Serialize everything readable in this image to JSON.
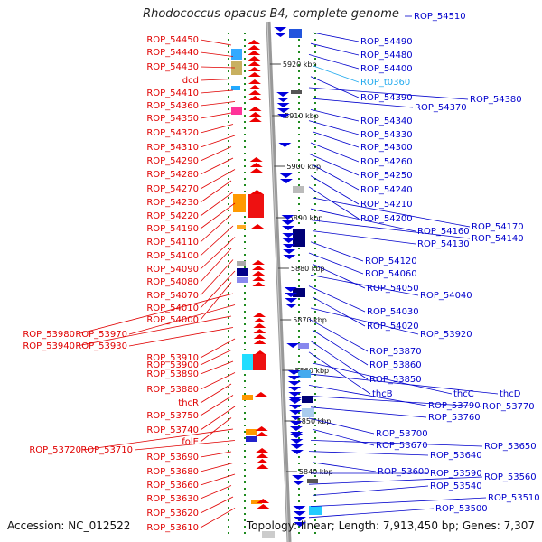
{
  "title": "Rhodococcus opacus B4, complete genome",
  "title_locus": "ROP_54510",
  "footer": {
    "accession": "Accession: NC_012522",
    "summary": "Topology: linear; Length: 7,913,450 bp; Genes: 7,307"
  },
  "colors": {
    "left_label": "#e00000",
    "right_label": "#0000cc",
    "rna_label": "#22aaee",
    "axis": "#999999",
    "tick": "#118811"
  },
  "scale_labels": [
    "5920 kbp",
    "5910 kbp",
    "5900 kbp",
    "5890 kbp",
    "5880 kbp",
    "5870 kbp",
    "5860 kbp",
    "5850 kbp",
    "5840 kbp"
  ],
  "left_labels": [
    "ROP_54450",
    "ROP_54440",
    "ROP_54430",
    "dcd",
    "ROP_54410",
    "ROP_54360",
    "ROP_54350",
    "ROP_54320",
    "ROP_54310",
    "ROP_54290",
    "ROP_54280",
    "ROP_54270",
    "ROP_54230",
    "ROP_54220",
    "ROP_54190",
    "ROP_54110",
    "ROP_54100",
    "ROP_54090",
    "ROP_54080",
    "ROP_54070",
    "ROP_54010",
    "ROP_54000",
    "ROP_53980",
    "ROP_53970",
    "ROP_53940",
    "ROP_53930",
    "ROP_53910",
    "ROP_53900",
    "ROP_53890",
    "ROP_53880",
    "thcR",
    "ROP_53750",
    "ROP_53740",
    "folE",
    "ROP_53720",
    "ROP_53710",
    "ROP_53690",
    "ROP_53680",
    "ROP_53660",
    "ROP_53630",
    "ROP_53620",
    "ROP_53610"
  ],
  "right_labels": [
    "ROP_54490",
    "ROP_54480",
    "ROP_54400",
    "ROP_t0360",
    "ROP_54390",
    "ROP_54380",
    "ROP_54370",
    "ROP_54340",
    "ROP_54330",
    "ROP_54300",
    "ROP_54260",
    "ROP_54250",
    "ROP_54240",
    "ROP_54210",
    "ROP_54200",
    "ROP_54170",
    "ROP_54160",
    "ROP_54140",
    "ROP_54130",
    "ROP_54120",
    "ROP_54060",
    "ROP_54050",
    "ROP_54040",
    "ROP_54030",
    "ROP_54020",
    "ROP_53920",
    "ROP_53870",
    "ROP_53860",
    "ROP_53850",
    "thcB",
    "thcC",
    "thcD",
    "ROP_53790",
    "ROP_53770",
    "ROP_53760",
    "ROP_53700",
    "ROP_53670",
    "ROP_53650",
    "ROP_53640",
    "ROP_53600",
    "ROP_53590",
    "ROP_53560",
    "ROP_53540",
    "ROP_53510",
    "ROP_53500"
  ]
}
